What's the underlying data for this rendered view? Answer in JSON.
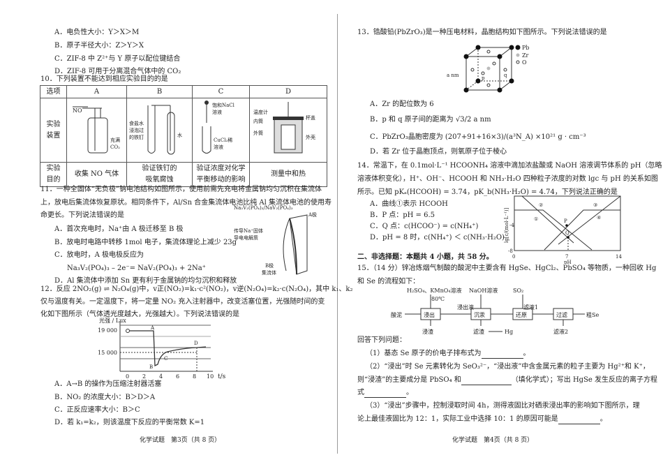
{
  "left": {
    "q9_options": [
      "A．电负性大小：Y＞X＞M",
      "B．原子半径大小：Z＞Y＞X",
      "C．ZIF-8 中 Z²⁺与 Y 原子以配位键结合",
      "D．ZIF-8 可用于分离混合气体中的 CO₂"
    ],
    "q10": {
      "stem": "10．下列装置不能达到相应实验目的的是",
      "header": [
        "选项",
        "A",
        "B",
        "C",
        "D"
      ],
      "row2_label": [
        "实验",
        "装置"
      ],
      "row3_label": [
        "实验",
        "目的"
      ],
      "purposes": [
        [
          "收集 NO 气体"
        ],
        [
          "验证铁钉的",
          "吸氧腐蚀"
        ],
        [
          "验证浓度对化学",
          "平衡移动的影响"
        ],
        [
          "测量中和热"
        ]
      ],
      "figA": {
        "gas": "NO",
        "label1": "充满",
        "label2": "CO₂"
      },
      "figB": {
        "l1": "食盐水",
        "l2": "浸泡过",
        "l3": "的铁钉",
        "water": "水"
      },
      "figC": {
        "l1": "饱和NaCl",
        "l2": "溶液",
        "l3": "CuCl₂稀",
        "l4": "溶液"
      },
      "figD": {
        "thermo": "温度计",
        "inner": "内筒",
        "outer": "外筒",
        "lid": "杯盖",
        "shell": "外壳"
      }
    },
    "q11": {
      "stem": [
        "11．一种全固体“无负极”钠电池结构如图所示，使用前需先充电将金属钠均匀沉积在集流体",
        "上，放电后集流体恢复原状。相同条件下，Al/Sn 合金集流体电池比纯 Al 集流体电池的使用寿",
        "命更长。下列说法错误的是"
      ],
      "options": [
        "A．首次充电时，Na⁺由 A 极迁移至 B 极",
        "B．放电时电路中转移 1mol 电子，集流体理论上减少 23g",
        "C．放电时，A 极电极反应为",
        "Na₃V₂(PO₄)₃ – 2e⁻= NaV₂(PO₄)₃ + 2Na⁺",
        "D．Al 集流体中添加 Sn 更有利于金属钠的均匀沉积和释放"
      ],
      "fig": {
        "top": "Na₃V₂(PO₄)₃/NaV₂(PO₄)₃",
        "a": "A极",
        "el1": "传导Na⁺固体",
        "el2": "导电电解质",
        "b1": "B极",
        "b2": "集流体"
      }
    },
    "q12": {
      "stem": [
        "12．反应 2NO₂(g) ⇌ N₂O₄(g)中，v正(NO₂)=k₁·c²(NO₂)，v逆(N₂O₄)=k₂·c(N₂O₄)，其中 k₁、k₂",
        "仅与温度有关。一定温度下，将一定量 NO₂ 充入注射器中，改变活塞位置，光强随时间的变",
        "化如下图所示（气体透光度越大，光强越大）。下列说法错误的是"
      ],
      "fig": {
        "ylabel": "光强 / Lux",
        "y1": "19 000",
        "y2": "15 000",
        "xticks": [
          "0",
          "2",
          "4",
          "6",
          "8",
          "10"
        ],
        "xlabel": "t/s",
        "points": [
          "A",
          "B",
          "C",
          "D"
        ]
      },
      "options": [
        "A．A→B 的操作为压缩注射器活塞",
        "B．NO₂ 的浓度大小：B＞D＞A",
        "C．正反应速率大小：B＞C",
        "D．若 k₁=k₂，则该温度下反应的平衡常数 K=1"
      ]
    },
    "footer": "化学试题　第3页（共 8 页）"
  },
  "right": {
    "q13": {
      "stem": "13．锆酸铅(PbZrO₃)是一种压电材料，晶胞结构如下图所示。下列说法错误的是",
      "fig": {
        "edge": "a nm",
        "p": "p",
        "q": "q",
        "legend": [
          "Pb",
          "Zr",
          "O"
        ]
      },
      "options": [
        "A．Zr 的配位数为 6",
        "B．p 和 q 原子间的距离为 √3/2 a nm",
        "C．PbZrO₃晶胞密度为 (207+91+16×3)/(a³N_A) ×10²¹ g · cm⁻³",
        "D．若 Zr 位于晶胞顶点，则氧原子位于棱心"
      ]
    },
    "q14": {
      "stem": [
        "14．常温下，在 0.1mol·L⁻¹ HCOONH₄ 溶液中滴加浓盐酸或 NaOH 溶液调节体系的 pH（忽略",
        "溶液体积变化），H⁺、OH⁻、HCOOH 和 NH₃·H₂O 四种粒子浓度的对数 lgc 与 pH 的关系如图",
        "所示。已知 pKₐ(HCOOH) = 3.74，pK_b(NH₃·H₂O) = 4.74，下列说法正确的是"
      ],
      "options": [
        "A．曲线①表示 HCOOH",
        "B．P 点：pH = 6.5",
        "C．Q 点：c(HCOO⁻) = c(NH₄⁺)",
        "D．pH = 8 时，c(NH₄⁺) ＜ c(NH₃·H₂O)"
      ],
      "fig": {
        "ylabel": "lg[c/(mol·L⁻¹)]",
        "yticks": [
          "-4",
          "-8"
        ],
        "xticks": [
          "0",
          "7",
          "14"
        ],
        "xlabel": "pH",
        "curves": [
          "①",
          "②",
          "③",
          "④"
        ],
        "points": [
          "P",
          "Q"
        ]
      }
    },
    "section2": "二、非选择题：本题共 4 小题，共 58 分。",
    "q15": {
      "stem": [
        "15．（14 分）锌冶炼烟气制酸的酸泥中主要含有 HgSe、HgCl₂、PbSO₄ 等物质，一种回收 Hg",
        "和 Se 的流程如下："
      ],
      "flow": {
        "reagent1": "H₂SO₄、KMnO₄溶液",
        "temp": "80℃",
        "reagent2": "NaOH溶液",
        "reagent3": "SO₂",
        "start": "酸泥",
        "box1": "浸出",
        "mid1": "浸出液",
        "box2": "沉汞",
        "mid2": "滤液1",
        "box3": "还原",
        "box4": "过滤",
        "end": "粗Se",
        "out1": "浸渣",
        "out2": "滤渣",
        "hg": "Hg",
        "out4": "滤液2"
      },
      "answer_intro": "回答下列问题：",
      "q1": [
        "（1）基态 Se 原子的价电子排布式为",
        "。"
      ],
      "q2": [
        "（2）“浸出”时 Se 元素转化为 SeO₃²⁻，“浸出液”中含金属元素的粒子主要为 Hg²⁺和 K⁺，",
        "则“浸渣”的主要成分是 PbSO₄ 和",
        "（填化学式）；写出 HgSe 发生反应的离子方程",
        "式",
        "。"
      ],
      "q3": [
        "（3）“浸出”步骤中，控制浸取时间 4h，测得液固比对硒汞浸出率的影响如下图所示，理",
        "论上最佳液固比为 12：1，实际工业中选择 10：1 的原因可能是",
        "。"
      ]
    },
    "footer": "化学试题　第4页（共 8 页）"
  }
}
